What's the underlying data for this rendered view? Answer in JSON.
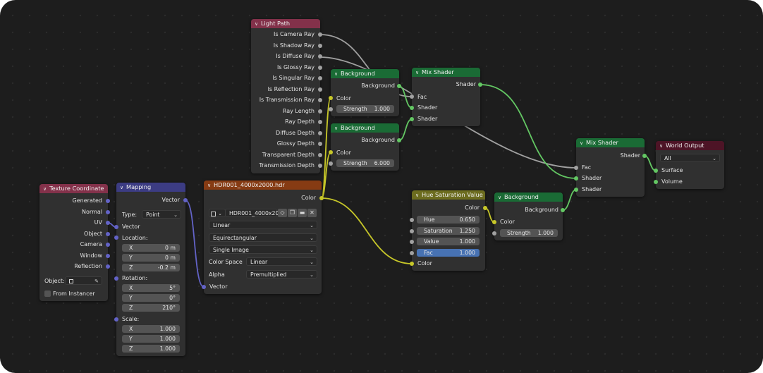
{
  "colors": {
    "header_input": "#83314a",
    "header_vector": "#3c3c83",
    "header_shader": "#1a6b35",
    "header_texture": "#863b13",
    "header_color": "#6c6c1f",
    "header_output": "#4d1426",
    "socket_shader": "#63c763",
    "socket_color": "#c7c729",
    "socket_vector": "#6363c7",
    "socket_float": "#a1a1a1"
  },
  "light_path": {
    "title": "Light Path",
    "outputs": [
      "Is Camera Ray",
      "Is Shadow Ray",
      "Is Diffuse Ray",
      "Is Glossy Ray",
      "Is Singular Ray",
      "Is Reflection Ray",
      "Is Transmission Ray",
      "Ray Length",
      "Ray Depth",
      "Diffuse Depth",
      "Glossy Depth",
      "Transparent Depth",
      "Transmission Depth"
    ]
  },
  "background_1": {
    "title": "Background",
    "output": "Background",
    "color_label": "Color",
    "strength_label": "Strength",
    "strength_value": "1.000"
  },
  "background_2": {
    "title": "Background",
    "output": "Background",
    "color_label": "Color",
    "strength_label": "Strength",
    "strength_value": "6.000"
  },
  "background_3": {
    "title": "Background",
    "output": "Background",
    "color_label": "Color",
    "strength_label": "Strength",
    "strength_value": "1.000"
  },
  "mix_shader_1": {
    "title": "Mix Shader",
    "output": "Shader",
    "inputs": [
      "Fac",
      "Shader",
      "Shader"
    ]
  },
  "mix_shader_2": {
    "title": "Mix Shader",
    "output": "Shader",
    "inputs": [
      "Fac",
      "Shader",
      "Shader"
    ]
  },
  "world_output": {
    "title": "World Output",
    "target": "All",
    "inputs": [
      "Surface",
      "Volume"
    ]
  },
  "hue_sat": {
    "title": "Hue Saturation Value",
    "output": "Color",
    "fields": [
      {
        "label": "Hue",
        "value": "0.650"
      },
      {
        "label": "Saturation",
        "value": "1.250"
      },
      {
        "label": "Value",
        "value": "1.000"
      },
      {
        "label": "Fac",
        "value": "1.000"
      }
    ],
    "color_label": "Color"
  },
  "env_texture": {
    "title": "HDR001_4000x2000.hdr",
    "output": "Color",
    "image_name": "HDR001_4000x20...",
    "interpolation": "Linear",
    "projection": "Equirectangular",
    "source": "Single Image",
    "color_space_label": "Color Space",
    "color_space": "Linear",
    "alpha_label": "Alpha",
    "alpha": "Premultiplied",
    "vector_label": "Vector"
  },
  "mapping": {
    "title": "Mapping",
    "output": "Vector",
    "type_label": "Type:",
    "type_value": "Point",
    "vector_label": "Vector",
    "location_label": "Location:",
    "location": [
      {
        "axis": "X",
        "value": "0 m"
      },
      {
        "axis": "Y",
        "value": "0 m"
      },
      {
        "axis": "Z",
        "value": "-0.2 m"
      }
    ],
    "rotation_label": "Rotation:",
    "rotation": [
      {
        "axis": "X",
        "value": "5°"
      },
      {
        "axis": "Y",
        "value": "0°"
      },
      {
        "axis": "Z",
        "value": "210°"
      }
    ],
    "scale_label": "Scale:",
    "scale": [
      {
        "axis": "X",
        "value": "1.000"
      },
      {
        "axis": "Y",
        "value": "1.000"
      },
      {
        "axis": "Z",
        "value": "1.000"
      }
    ]
  },
  "tex_coord": {
    "title": "Texture Coordinate",
    "outputs": [
      "Generated",
      "Normal",
      "UV",
      "Object",
      "Camera",
      "Window",
      "Reflection"
    ],
    "object_label": "Object:",
    "from_instancer": "From Instancer"
  }
}
